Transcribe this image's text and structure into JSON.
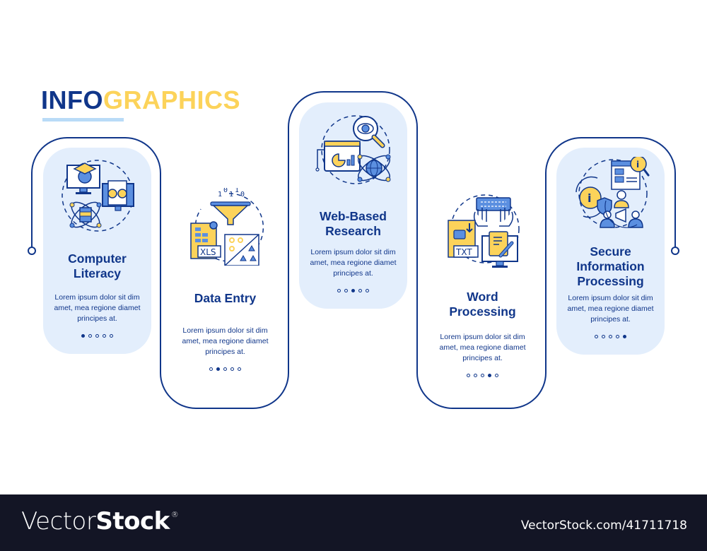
{
  "header": {
    "title_part1": "INFO",
    "title_part2": "GRAPHICS"
  },
  "colors": {
    "navy": "#10368a",
    "yellow": "#fcd35a",
    "blue": "#5b8fe0",
    "card_bg": "#e3eefc",
    "underline": "#b9dbf7",
    "footer_bg": "#131525"
  },
  "steps": [
    {
      "title": "Computer\nLiteracy",
      "description": "Lorem ipsum dolor sit dim amet, mea regione diamet principes at.",
      "icon": "computer-literacy-icon",
      "active_dot": 0
    },
    {
      "title": "Data Entry",
      "description": "Lorem ipsum dolor sit dim amet, mea regione diamet principes at.",
      "icon": "data-entry-icon",
      "binary": [
        "1",
        "0",
        "1",
        "1",
        "0"
      ],
      "file_label": "XLS",
      "active_dot": 1
    },
    {
      "title": "Web-Based\nResearch",
      "description": "Lorem ipsum dolor sit dim amet, mea regione diamet principes at.",
      "icon": "web-research-icon",
      "active_dot": 2
    },
    {
      "title": "Word\nProcessing",
      "description": "Lorem ipsum dolor sit dim amet, mea regione diamet principes at.",
      "icon": "word-processing-icon",
      "file_label": "TXT",
      "active_dot": 3
    },
    {
      "title": "Secure\nInformation\nProcessing",
      "description": "Lorem ipsum dolor sit dim amet, mea regione diamet principes at.",
      "icon": "secure-info-icon",
      "active_dot": 4
    }
  ],
  "footer": {
    "logo_light": "Vector",
    "logo_bold": "Stock",
    "logo_mark": "®",
    "url": "VectorStock.com/41711718"
  }
}
